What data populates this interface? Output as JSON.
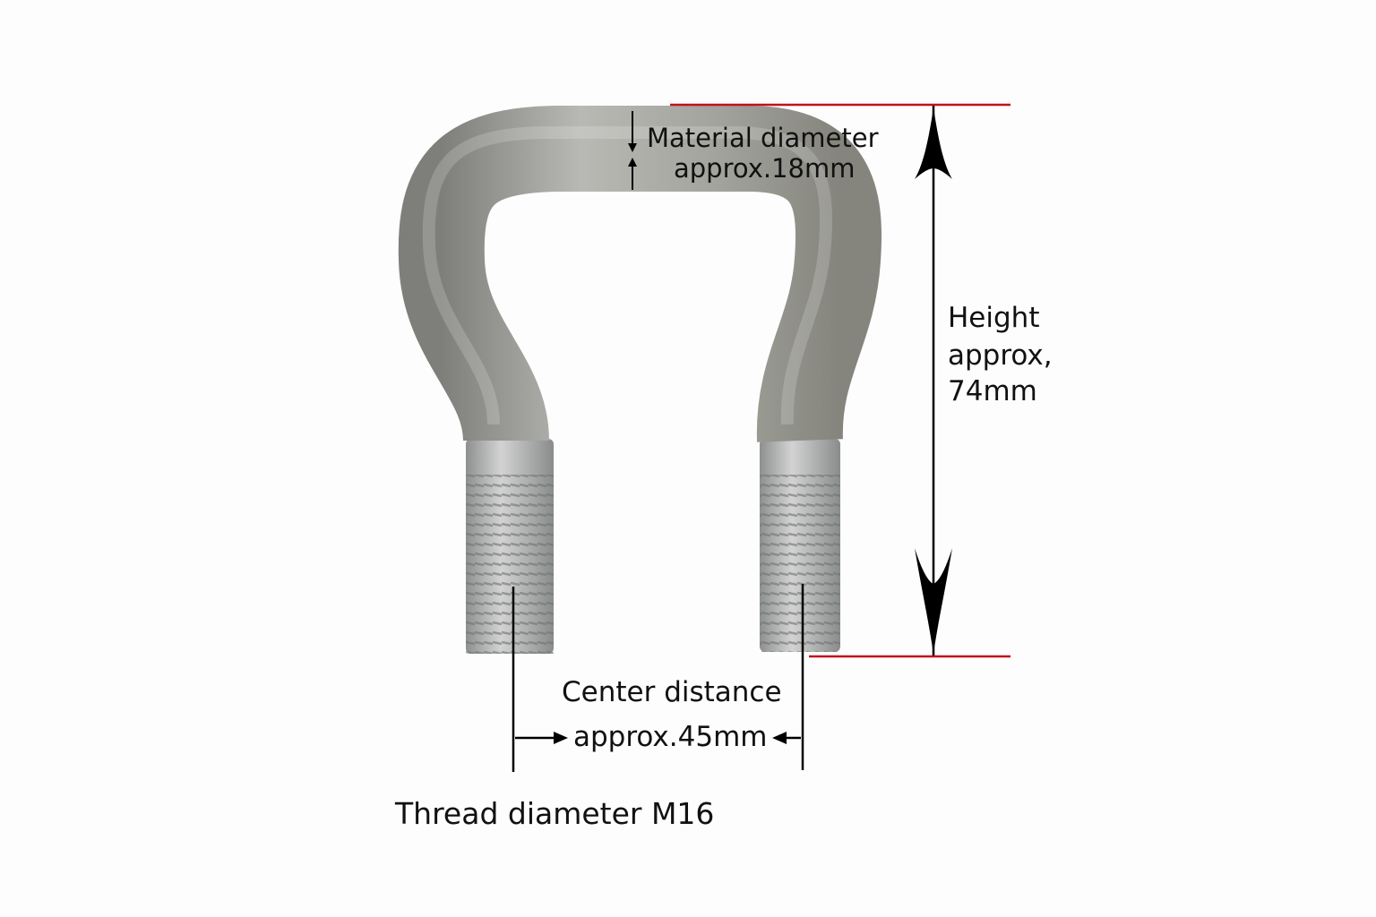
{
  "labels": {
    "material_diameter": "Material diameter",
    "material_value": "approx.18mm",
    "height_1": "Height",
    "height_2": "approx,",
    "height_3": "74mm",
    "center_distance": "Center distance",
    "center_value": "approx.45mm",
    "thread_diameter": "Thread diameter M16"
  },
  "colors": {
    "dimension_line": "#c0121c",
    "metal": "#a9aaa6",
    "text": "#111111"
  }
}
